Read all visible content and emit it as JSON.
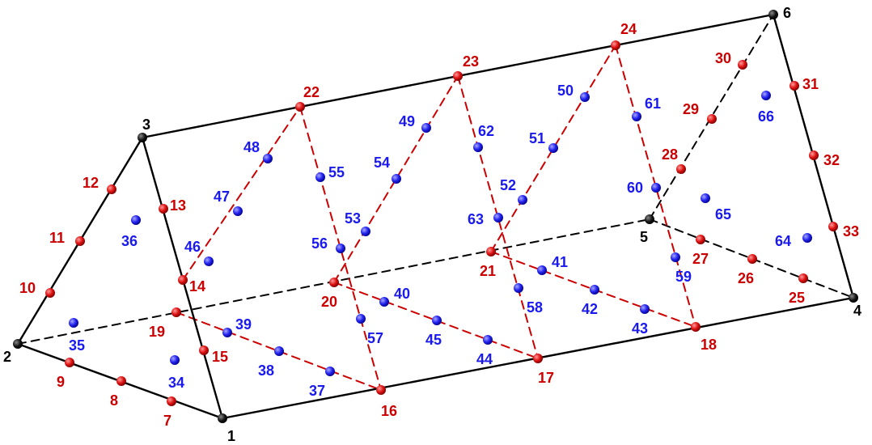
{
  "colors": {
    "corner": "#000000",
    "edge": "#cc0000",
    "interior": "#1a1aee",
    "solid_line": "#000000",
    "hidden_line": "#000000",
    "red_dash": "#cc0000"
  },
  "diagram": {
    "corner_nodes": [
      {
        "label": "1",
        "kind": "corner"
      },
      {
        "label": "2",
        "kind": "corner"
      },
      {
        "label": "3",
        "kind": "corner"
      },
      {
        "label": "4",
        "kind": "corner"
      },
      {
        "label": "5",
        "kind": "corner"
      },
      {
        "label": "6",
        "kind": "corner"
      }
    ],
    "edge_nodes": [
      {
        "label": "7"
      },
      {
        "label": "8"
      },
      {
        "label": "9"
      },
      {
        "label": "10"
      },
      {
        "label": "11"
      },
      {
        "label": "12"
      },
      {
        "label": "13"
      },
      {
        "label": "14"
      },
      {
        "label": "15"
      },
      {
        "label": "16"
      },
      {
        "label": "17"
      },
      {
        "label": "18"
      },
      {
        "label": "19"
      },
      {
        "label": "20"
      },
      {
        "label": "21"
      },
      {
        "label": "22"
      },
      {
        "label": "23"
      },
      {
        "label": "24"
      },
      {
        "label": "25"
      },
      {
        "label": "26"
      },
      {
        "label": "27"
      },
      {
        "label": "28"
      },
      {
        "label": "29"
      },
      {
        "label": "30"
      },
      {
        "label": "31"
      },
      {
        "label": "32"
      },
      {
        "label": "33"
      }
    ],
    "interior_nodes": [
      {
        "label": "34"
      },
      {
        "label": "35"
      },
      {
        "label": "36"
      },
      {
        "label": "37"
      },
      {
        "label": "38"
      },
      {
        "label": "39"
      },
      {
        "label": "40"
      },
      {
        "label": "41"
      },
      {
        "label": "42"
      },
      {
        "label": "43"
      },
      {
        "label": "44"
      },
      {
        "label": "45"
      },
      {
        "label": "46"
      },
      {
        "label": "47"
      },
      {
        "label": "48"
      },
      {
        "label": "49"
      },
      {
        "label": "50"
      },
      {
        "label": "51"
      },
      {
        "label": "52"
      },
      {
        "label": "53"
      },
      {
        "label": "54"
      },
      {
        "label": "55"
      },
      {
        "label": "56"
      },
      {
        "label": "57"
      },
      {
        "label": "58"
      },
      {
        "label": "59"
      },
      {
        "label": "60"
      },
      {
        "label": "61"
      },
      {
        "label": "62"
      },
      {
        "label": "63"
      },
      {
        "label": "64"
      },
      {
        "label": "65"
      },
      {
        "label": "66"
      }
    ],
    "solid_edges": [
      [
        "1",
        "2"
      ],
      [
        "2",
        "3"
      ],
      [
        "3",
        "1"
      ],
      [
        "1",
        "4"
      ],
      [
        "3",
        "6"
      ],
      [
        "6",
        "4"
      ]
    ],
    "hidden_edges": [
      [
        "2",
        "5"
      ],
      [
        "5",
        "6"
      ],
      [
        "5",
        "4"
      ]
    ],
    "red_dashed_edges": [
      [
        "19",
        "16"
      ],
      [
        "20",
        "17"
      ],
      [
        "21",
        "18"
      ],
      [
        "14",
        "22"
      ],
      [
        "20",
        "23"
      ],
      [
        "21",
        "24"
      ],
      [
        "22",
        "16"
      ],
      [
        "23",
        "17"
      ],
      [
        "24",
        "18"
      ]
    ]
  }
}
